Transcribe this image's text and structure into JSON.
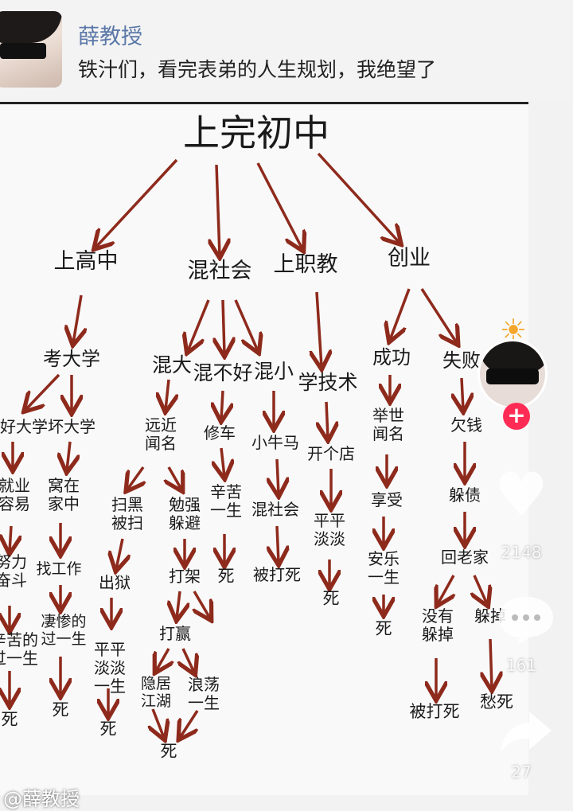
{
  "post": {
    "author": "薛教授",
    "text": "铁汁们，看完表弟的人生规划，我绝望了"
  },
  "flowchart": {
    "root": "上完初中",
    "level1": [
      "上高中",
      "混社会",
      "上职教",
      "创业"
    ],
    "nodes": {
      "kaodaxue": "考大学",
      "hunda": "混大",
      "hunbuhao": "混不好",
      "hunxiao": "混小",
      "xuejishu": "学技术",
      "chenggong": "成功",
      "shibai": "失败",
      "haodaxue": "好大学",
      "huaidaxue": "坏大学",
      "yuanjin": "远近\n闻名",
      "xiuche": "修车",
      "xiaoma": "小牛马",
      "kaigedian": "开个店",
      "jushi": "举世\n闻名",
      "qianqian": "欠钱",
      "jiuye": "就业\n容易",
      "wozai": "窝在\n家中",
      "saohei": "扫黑\n被扫",
      "mianqiang": "勉强\n躲避",
      "xinku1": "辛苦\n一生",
      "hunshehui2": "混社会",
      "pingping1": "平平\n淡淡",
      "xiangshou": "享受",
      "duozhai": "躲债",
      "nuli": "努力\n奋斗",
      "zhaogongzuo": "找工作",
      "chuyu": "出狱",
      "dajia": "打架",
      "si1": "死",
      "beidasi1": "被打死",
      "si2": "死",
      "anle": "安乐\n一生",
      "huilaojia": "回老家",
      "xinku2": "辛苦的\n过一生",
      "qican": "凄惨的\n过一生",
      "pingping2": "平平\n淡淡\n一生",
      "daying": "打赢",
      "si3": "死",
      "meiyou": "没有\n躲掉",
      "duodiao": "躲掉",
      "yinju": "隐居\n江湖",
      "langdang": "浪荡\n一生",
      "si4": "死",
      "si5": "死",
      "si6": "死",
      "beidasi2": "被打死",
      "chousi": "愁死",
      "si7": "死"
    }
  },
  "side_actions": {
    "likes": "2148",
    "comments": "161",
    "shares": "27",
    "follow_symbol": "+"
  },
  "bottom": {
    "handle": "@薛教授"
  },
  "colors": {
    "arrow": "#8e2a1c",
    "follow": "#fe2c55",
    "name": "#5b78a8"
  }
}
